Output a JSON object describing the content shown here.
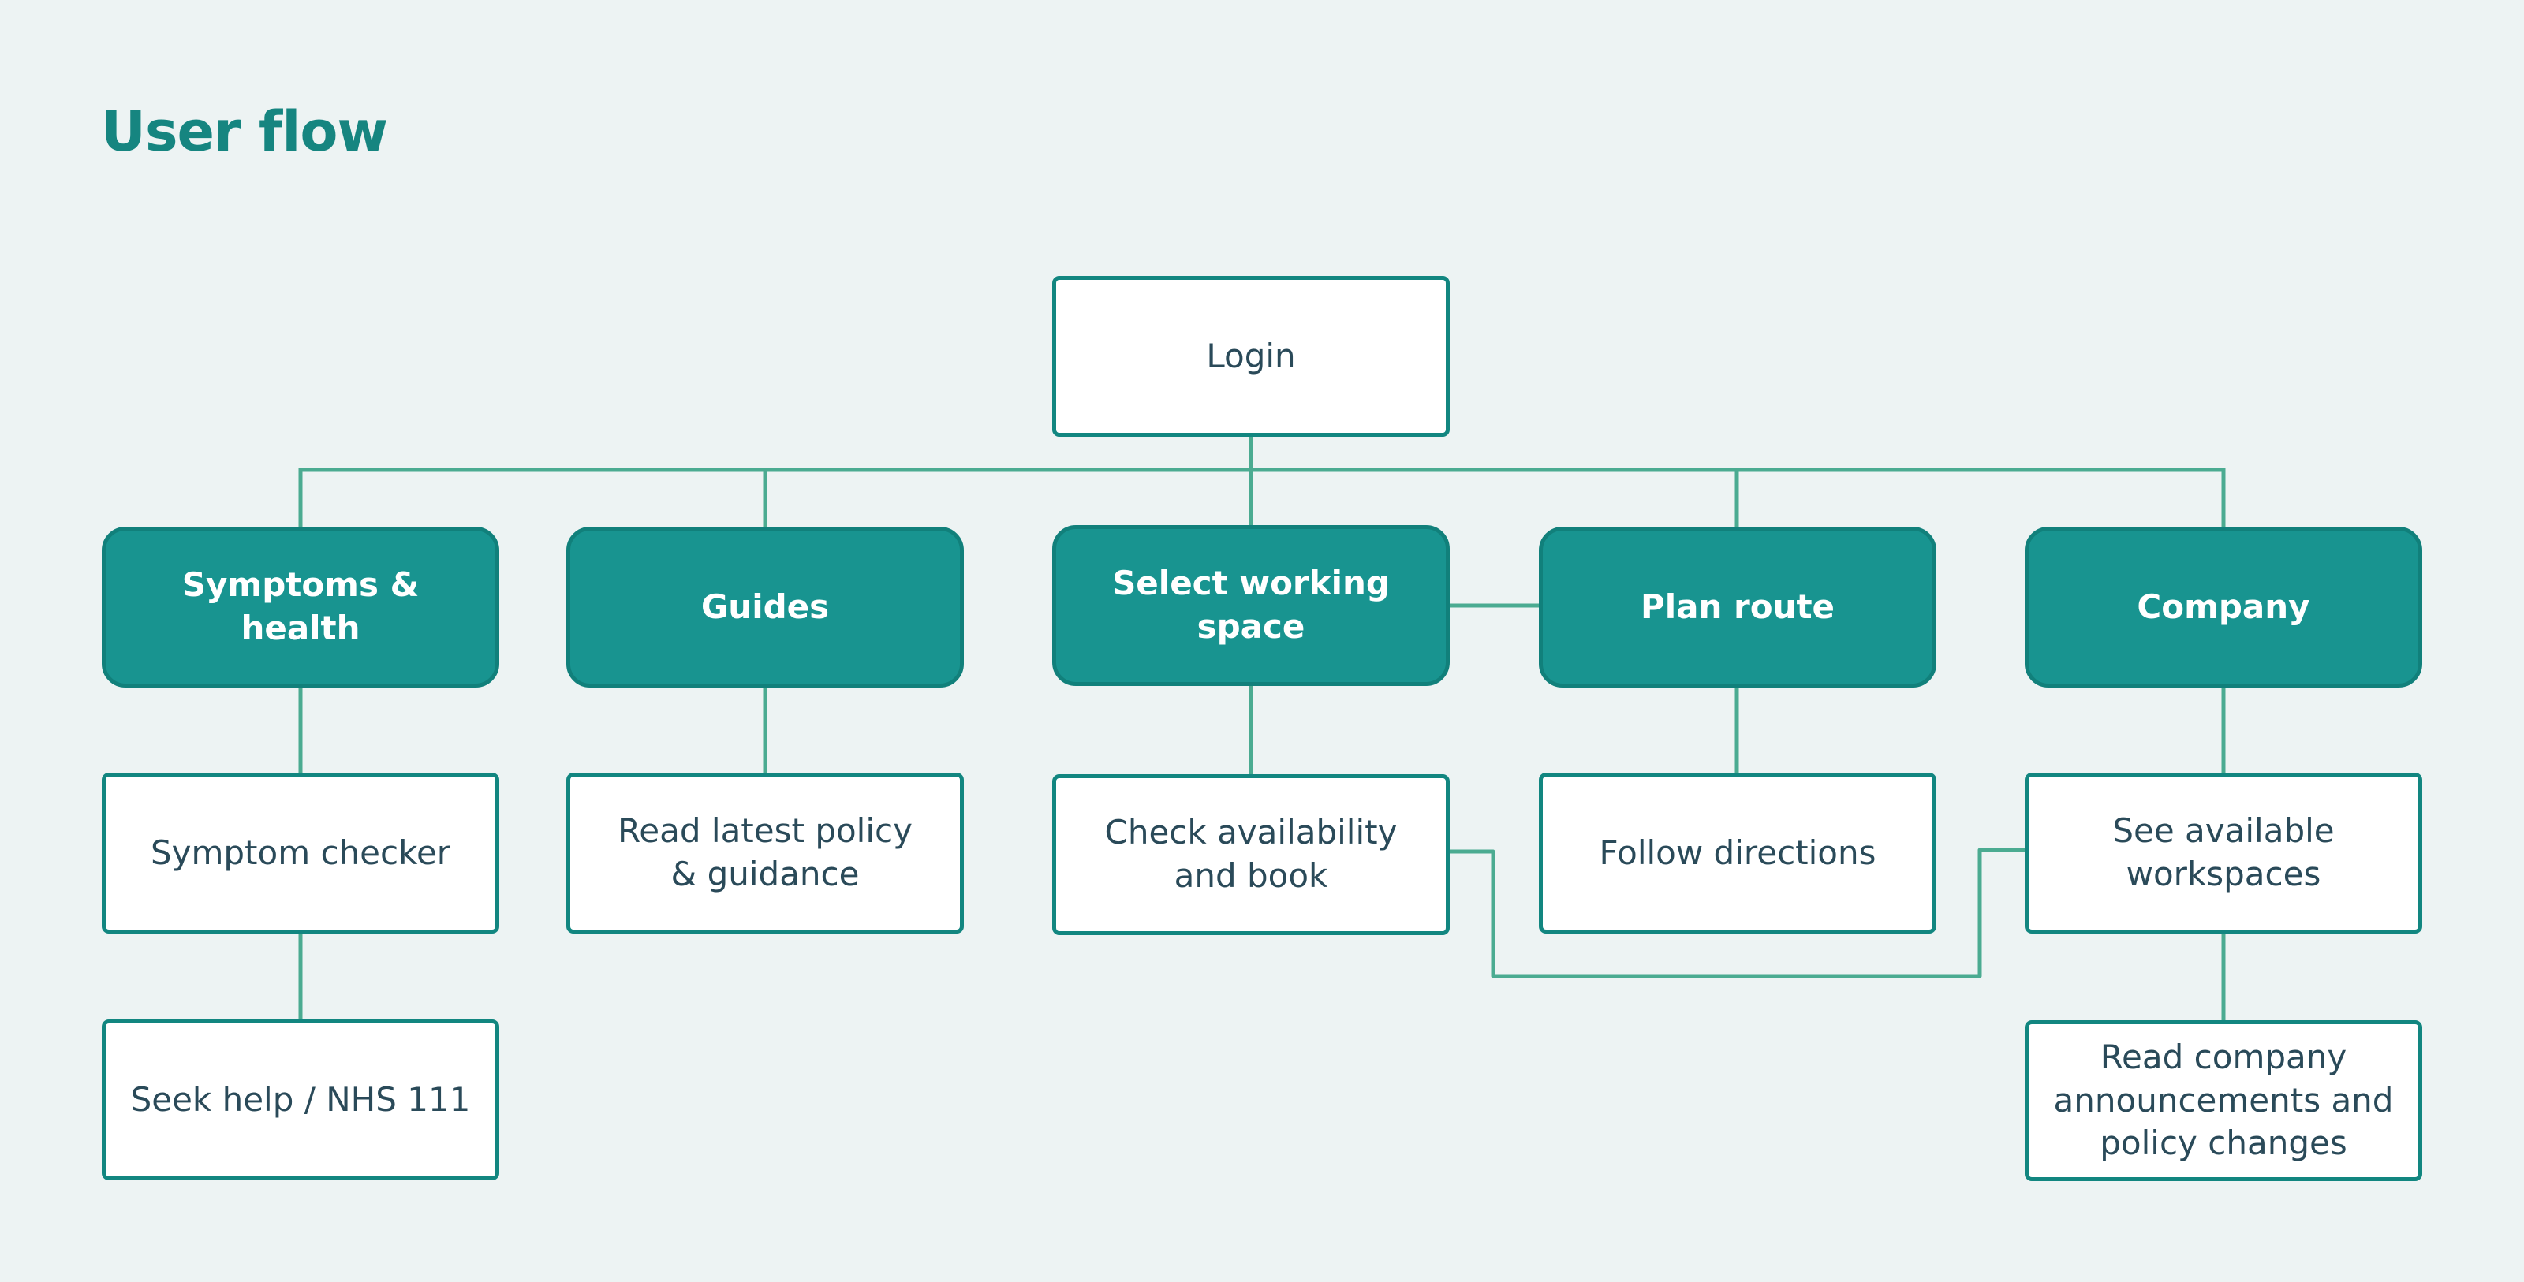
{
  "title": "User flow",
  "colors": {
    "background": "#edf3f3",
    "accent": "#189490",
    "connector": "#4bab91",
    "text": "#2a4a59"
  },
  "nodes": {
    "login": "Login",
    "symptoms_health": "Symptoms & health",
    "guides": "Guides",
    "select_working_space": "Select working space",
    "plan_route": "Plan route",
    "company": "Company",
    "symptom_checker": "Symptom checker",
    "read_policy": "Read latest policy\n& guidance",
    "check_availability": "Check availability\nand book",
    "follow_directions": "Follow directions",
    "see_workspaces": "See available\nworkspaces",
    "seek_help": "Seek help / NHS 111",
    "read_announcements": "Read company\nannouncements and\npolicy changes"
  }
}
